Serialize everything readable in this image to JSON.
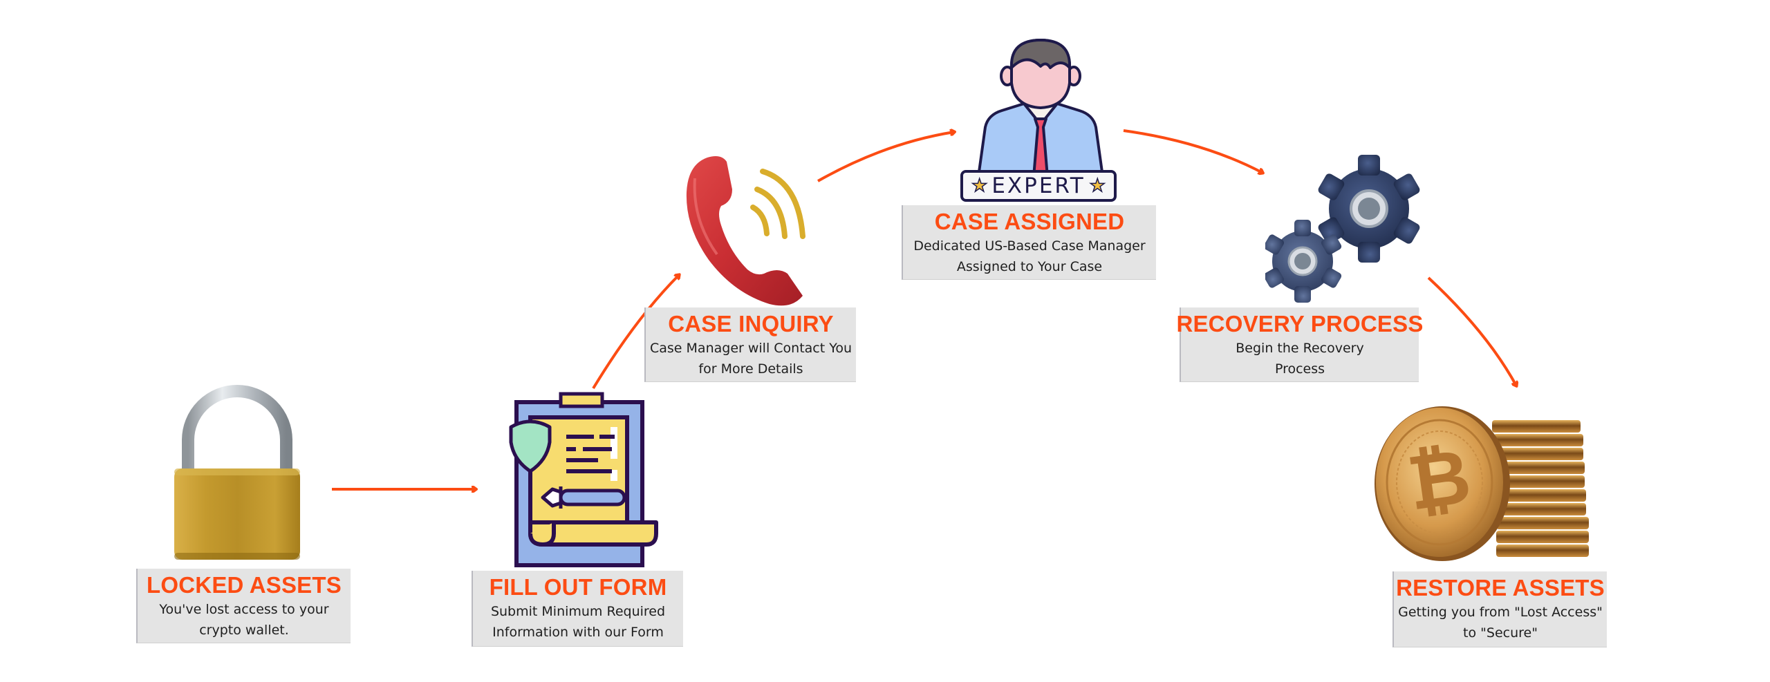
{
  "theme": {
    "accent": "#fc4c13",
    "card_bg": "#e4e4e4",
    "text": "#1e1e1e"
  },
  "steps": [
    {
      "icon": "padlock-icon",
      "title": "LOCKED ASSETS",
      "desc": "You've lost access to your\ncrypto wallet."
    },
    {
      "icon": "form-clipboard-icon",
      "title": "FILL OUT FORM",
      "desc": "Submit Minimum Required\nInformation with our Form"
    },
    {
      "icon": "phone-ringing-icon",
      "title": "CASE INQUIRY",
      "desc": "Case Manager will Contact You\nfor More Details"
    },
    {
      "icon": "expert-person-icon",
      "badge": "EXPERT",
      "title": "CASE ASSIGNED",
      "desc": "Dedicated US-Based Case Manager\nAssigned to Your Case"
    },
    {
      "icon": "gears-icon",
      "title": "RECOVERY PROCESS",
      "desc": "Begin the Recovery\nProcess"
    },
    {
      "icon": "bitcoin-coins-icon",
      "title": "RESTORE ASSETS",
      "desc": "Getting you from \"Lost Access\"\nto \"Secure\""
    }
  ]
}
